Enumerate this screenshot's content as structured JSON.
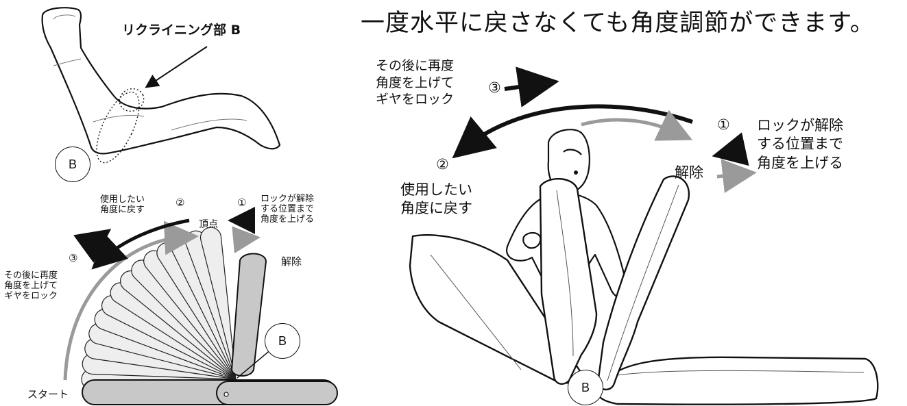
{
  "headline": "一度水平に戻さなくても角度調節ができます。",
  "top_left": {
    "part_label": "リクライニング部 B",
    "hinge_marker": "B"
  },
  "bottom_left": {
    "step1_num": "①",
    "step1_text": "ロックが解除\nする位置まで\n角度を上げる",
    "step2_num": "②",
    "step2_text": "使用したい\n角度に戻す",
    "step3_num": "③",
    "step3_text": "その後に再度\n角度を上げて\nギヤをロック",
    "apex_label": "頂点",
    "release_label": "解除",
    "start_label": "スタート",
    "hinge_marker": "B"
  },
  "right": {
    "step3_text": "その後に再度\n角度を上げて\nギヤをロック",
    "step3_num": "③",
    "step1_num": "①",
    "step1_text": "ロックが解除\nする位置まで\n角度を上げる",
    "release_label": "解除",
    "step2_num": "②",
    "step2_text": "使用したい\n角度に戻す",
    "hinge_marker": "B"
  },
  "colors": {
    "line": "#111111",
    "backrest_fill": "#c8c8c8",
    "fan_fill": "#eeeeee",
    "arrow_gray": "#9a9a9a"
  }
}
